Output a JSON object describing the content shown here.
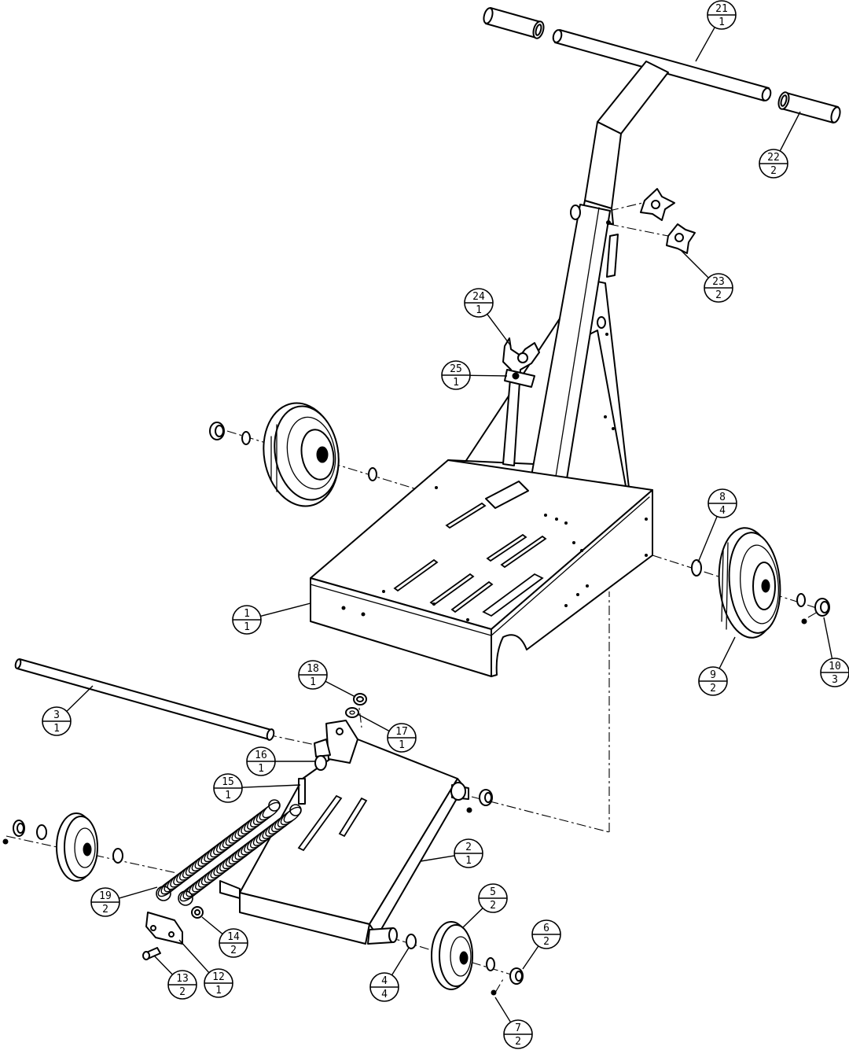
{
  "balloons": [
    {
      "id": "b1",
      "item": "1",
      "qty": "1"
    },
    {
      "id": "b2",
      "item": "2",
      "qty": "1"
    },
    {
      "id": "b3",
      "item": "3",
      "qty": "1"
    },
    {
      "id": "b4",
      "item": "4",
      "qty": "4"
    },
    {
      "id": "b5",
      "item": "5",
      "qty": "2"
    },
    {
      "id": "b6",
      "item": "6",
      "qty": "2"
    },
    {
      "id": "b7",
      "item": "7",
      "qty": "2"
    },
    {
      "id": "b8",
      "item": "8",
      "qty": "4"
    },
    {
      "id": "b9",
      "item": "9",
      "qty": "2"
    },
    {
      "id": "b10",
      "item": "10",
      "qty": "3"
    },
    {
      "id": "b12",
      "item": "12",
      "qty": "1"
    },
    {
      "id": "b13",
      "item": "13",
      "qty": "2"
    },
    {
      "id": "b14",
      "item": "14",
      "qty": "2"
    },
    {
      "id": "b15",
      "item": "15",
      "qty": "1"
    },
    {
      "id": "b16",
      "item": "16",
      "qty": "1"
    },
    {
      "id": "b17",
      "item": "17",
      "qty": "1"
    },
    {
      "id": "b18",
      "item": "18",
      "qty": "1"
    },
    {
      "id": "b19",
      "item": "19",
      "qty": "2"
    },
    {
      "id": "b21",
      "item": "21",
      "qty": "1"
    },
    {
      "id": "b22",
      "item": "22",
      "qty": "2"
    },
    {
      "id": "b23",
      "item": "23",
      "qty": "2"
    },
    {
      "id": "b24",
      "item": "24",
      "qty": "1"
    },
    {
      "id": "b25",
      "item": "25",
      "qty": "1"
    }
  ]
}
